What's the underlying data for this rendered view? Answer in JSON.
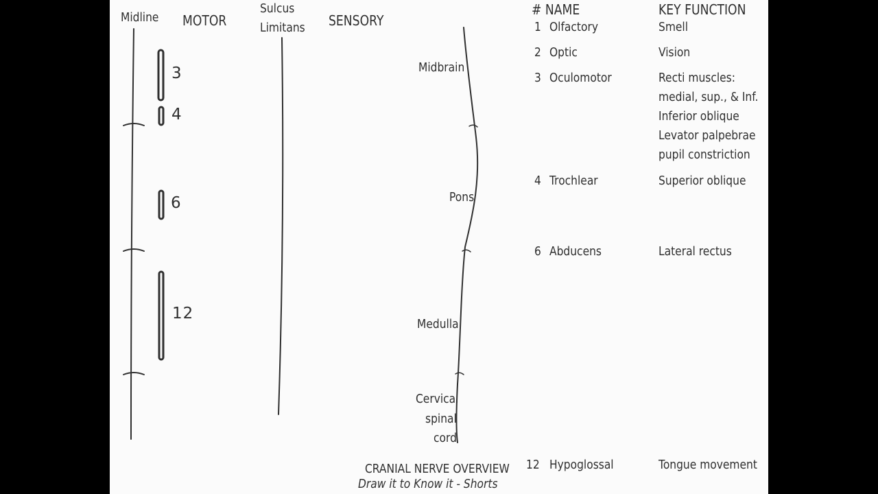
{
  "colors": {
    "background": "#000000",
    "paper": "#fbfbfb",
    "ink": "#2f2f2f"
  },
  "headers": {
    "midline": "Midline",
    "motor": "MOTOR",
    "sulcus_line1": "Sulcus",
    "sulcus_line2": "Limitans",
    "sensory": "SENSORY",
    "num_name": "# NAME",
    "key_function": "KEY FUNCTION"
  },
  "brainstem_regions": {
    "midbrain": "Midbrain",
    "pons": "Pons",
    "medulla": "Medulla",
    "cervical_line1": "Cervical",
    "cervical_line2": "spinal",
    "cervical_line3": "cord"
  },
  "motor_nuclei": [
    {
      "number": "3"
    },
    {
      "number": "4"
    },
    {
      "number": "6"
    },
    {
      "number": "12"
    }
  ],
  "nerves": [
    {
      "num": "1",
      "name": "Olfactory",
      "function": [
        "Smell"
      ]
    },
    {
      "num": "2",
      "name": "Optic",
      "function": [
        "Vision"
      ]
    },
    {
      "num": "3",
      "name": "Oculomotor",
      "function": [
        "Recti muscles:",
        "medial, sup., & Inf.",
        "Inferior oblique",
        "Levator palpebrae",
        "pupil constriction"
      ]
    },
    {
      "num": "4",
      "name": "Trochlear",
      "function": [
        "Superior oblique"
      ]
    },
    {
      "num": "6",
      "name": "Abducens",
      "function": [
        "Lateral rectus"
      ]
    },
    {
      "num": "12",
      "name": "Hypoglossal",
      "function": [
        "Tongue movement"
      ]
    }
  ],
  "caption": {
    "title": "CRANIAL NERVE OVERVIEW",
    "subtitle": "Draw it to Know it - Shorts"
  }
}
